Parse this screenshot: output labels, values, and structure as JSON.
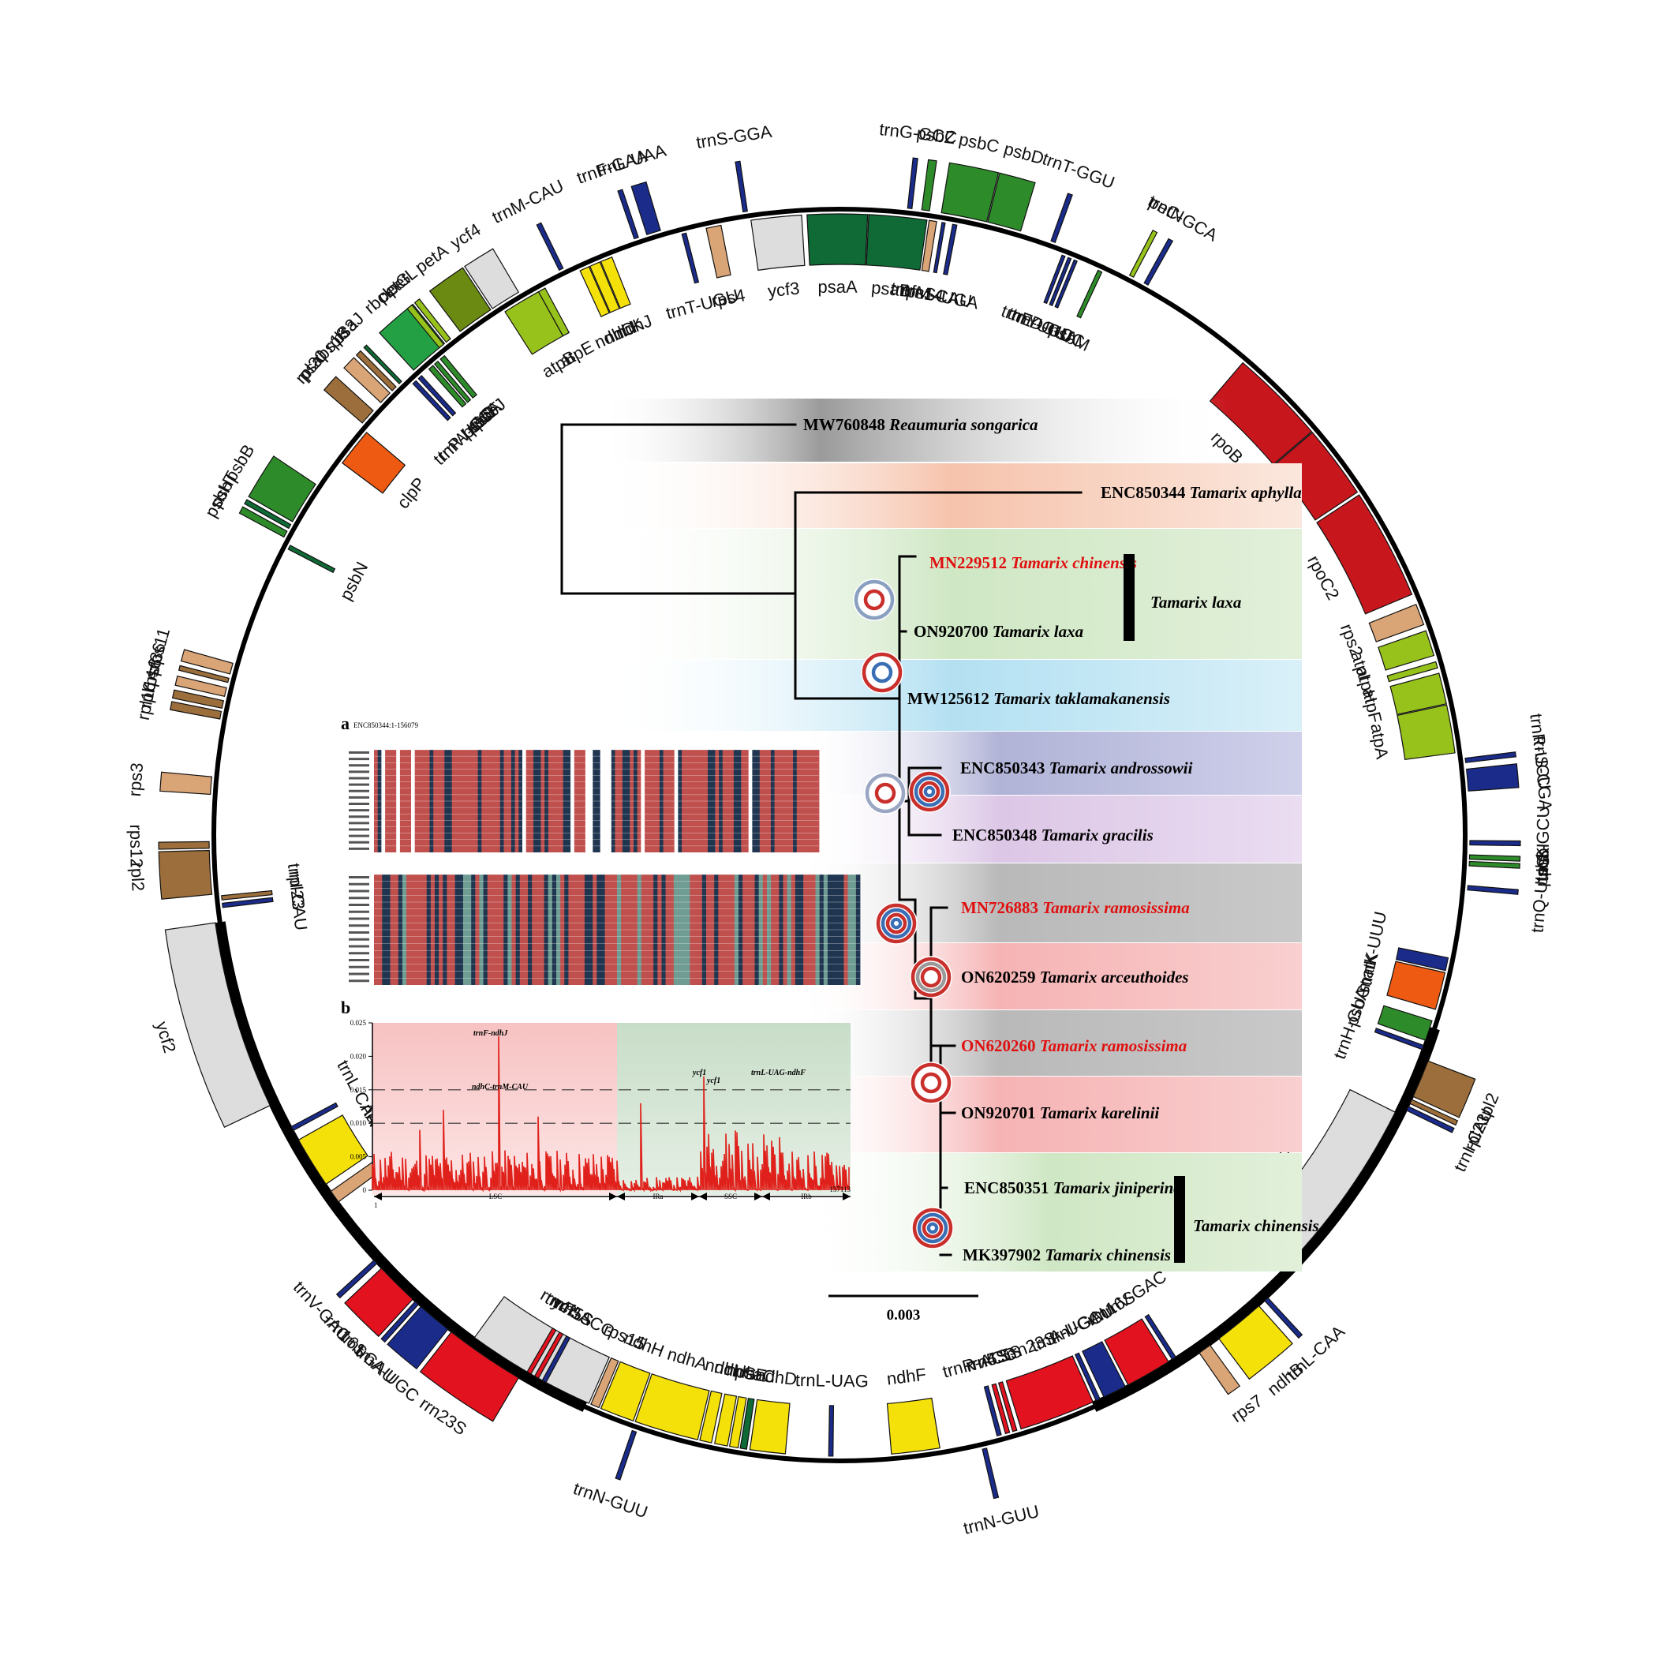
{
  "colors": {
    "photosystem": "#2e8b2a",
    "photosystem_dark": "#0f6a35",
    "atp": "#97c21c",
    "rbc": "#23a043",
    "ndh": "#f5e10a",
    "ribo": "#d9a476",
    "ribo_large": "#9b6e3b",
    "rpo": "#c8161d",
    "rrn": "#e3121f",
    "trn": "#1a2b8a",
    "clp": "#ee5a12",
    "ycf": "#dddddd",
    "pet": "#6a8a12",
    "highlight_text": "#e01010"
  },
  "gene_labels": {
    "trnL_UAA": "trnL-UAA",
    "trnF_GAA": "trnF-GAA",
    "trnM_CAU": "trnM-CAU",
    "trnS_GGA": "trnS-GGA",
    "trnG_GCC": "trnG-GCC",
    "psbZ": "psbZ",
    "psbC": "psbC",
    "psbD": "psbD",
    "trnT_GGU": "trnT-GGU",
    "petN": "petN",
    "trnC_GCA": "trnC-GCA",
    "rbcL": "rbcL",
    "psaI": "psaI",
    "ycf4": "ycf4",
    "atpE": "atpE",
    "atpB": "atpB",
    "ndhJ": "ndhJ",
    "ndhK": "ndhK",
    "ndhC": "ndhC",
    "trnT_UGU": "trnT-UGU",
    "rps4": "rps4",
    "ycf3": "ycf3",
    "psaA": "psaA",
    "psaB": "psaB",
    "rps14": "rps14",
    "trnfM_CAU": "trnfM-CAU",
    "trnS_UGA": "trnS-UGA",
    "trnE_UUC": "trnE-UUC",
    "trnY_GUA": "trnY-GUA",
    "trnD_GUC": "trnD-GUC",
    "psbM": "psbM",
    "petA": "petA",
    "petL": "petL",
    "petG": "petG",
    "psaJ": "psaJ",
    "rpl33": "rpl33",
    "rps18": "rps18",
    "psbJ": "psbJ",
    "psbF": "psbF",
    "psbE": "psbE",
    "trnW_CCA": "trnW-CCA",
    "trnP_UGG": "trnP-UGG",
    "rpl20": "rpl20",
    "clpP": "clpP",
    "psbB": "psbB",
    "psbT": "psbT",
    "psbH": "psbH",
    "psbN": "psbN",
    "rps11": "rps11",
    "rpl36": "rpl36",
    "rps8": "rps8",
    "rpl14": "rpl14",
    "rpl16": "rpl16",
    "rps3": "rps3",
    "rps12": "rps12",
    "rpl2_l": "rpl2",
    "rpl23_l": "rpl23",
    "trnI_CAU_l": "trnI-CAU",
    "ycf2_l": "ycf2",
    "trnL_CAA_l": "trnL-CAA",
    "ndhB_l": "ndhB",
    "rps7_l": "rps7",
    "trnV_GAC_l": "trnV-GAC",
    "rrn16S_l": "rrn16S",
    "trnI_GAU_l": "trnI-GAU",
    "trnA_UGC_l": "trnA-UGC",
    "rrn23S_l": "rrn23S",
    "rrn4_5S_l": "rrn4.5S",
    "rrn5S_l": "rrn5S",
    "trnR_ACG_l": "trnR-ACG",
    "trnN_GUU_l": "trnN-GUU",
    "ycf1": "ycf1",
    "rps15": "rps15",
    "ndhH": "ndhH",
    "ndhA": "ndhA",
    "ndhI": "ndhI",
    "ndhG": "ndhG",
    "ndhE": "ndhE",
    "psaC": "psaC",
    "ndhD": "ndhD",
    "trnL_UAG": "trnL-UAG",
    "ndhF": "ndhF",
    "trnN_GUU_r": "trnN-GUU",
    "trnR_ACG_r": "trnR-ACG",
    "rrn4_5S_r": "rrn4.5S",
    "rrn5S_r": "rrn5S",
    "rrn23S_r": "rrn23S",
    "trnA_UGC_r": "trnA-UGC",
    "trnI_GAU_r": "trnI-GAU",
    "rrn16S_r": "rrn16S",
    "trnV_GAC_r": "trnV-GAC",
    "rps7_r": "rps7",
    "ndhB_r": "ndhB",
    "trnL_CAA_r": "trnL-CAA",
    "ycf2_r": "ycf2",
    "rpl23_r": "rpl23",
    "trnI_CAU_r": "trnI-CAU",
    "rpl2_r": "rpl2",
    "trnH_GUG": "trnH-GUG",
    "psbA": "psbA",
    "matK": "matK",
    "trnK_UUU": "trnK-UUU",
    "trnQ_UUG": "trnQ-UUG",
    "trnS_GCU": "trnS-GCU",
    "psbI": "psbI",
    "psbK": "psbK",
    "trnR_UCU": "trnR-UCU",
    "trnS_CGA": "trnS-CGA",
    "atpA": "atpA",
    "atpF": "atpF",
    "atpH": "atpH",
    "atpI": "atpI",
    "rps2": "rps2",
    "rpoC2": "rpoC2",
    "rpoC1": "rpoC1",
    "rpoB": "rpoB"
  },
  "tree": {
    "tips": [
      {
        "id": "MW760848",
        "name": "Reaumuria songarica",
        "highlight": false
      },
      {
        "id": "ENC850344",
        "name": "Tamarix aphylla",
        "highlight": false
      },
      {
        "id": "MN229512",
        "name": "Tamarix chinensis",
        "highlight": true
      },
      {
        "id": "ON920700",
        "name": "Tamarix laxa",
        "highlight": false
      },
      {
        "id": "MW125612",
        "name": "Tamarix taklamakanensis",
        "highlight": false
      },
      {
        "id": "ENC850343",
        "name": "Tamarix androssowii",
        "highlight": false
      },
      {
        "id": "ENC850348",
        "name": "Tamarix gracilis",
        "highlight": false
      },
      {
        "id": "MN726883",
        "name": "Tamarix ramosissima",
        "highlight": true
      },
      {
        "id": "ON620259",
        "name": "Tamarix arceuthoides",
        "highlight": false
      },
      {
        "id": "ON620260",
        "name": "Tamarix ramosissima",
        "highlight": true
      },
      {
        "id": "ON920701",
        "name": "Tamarix karelinii",
        "highlight": false
      },
      {
        "id": "ENC850351",
        "name": "Tamarix jiniperina",
        "highlight": false
      },
      {
        "id": "MK397902",
        "name": "Tamarix chinensis",
        "highlight": false
      }
    ],
    "clade_labels": {
      "laxa": "Tamarix laxa",
      "chinensis": "Tamarix chinensis"
    },
    "scale_bar": "0.003"
  },
  "panel_a": {
    "label": "a",
    "header": "ENC850344:1-156079"
  },
  "panel_b": {
    "label": "b",
    "yticks": [
      "0.025",
      "0.020",
      "0.015",
      "0.010",
      "0.005",
      "0"
    ],
    "peaks": [
      "trnF-ndhJ",
      "ndhC-trnM-CAU",
      "ycf1",
      "ycf1",
      "trnL-UAG-ndhF"
    ],
    "regions": [
      "LSC",
      "IRa",
      "SSC",
      "IRb"
    ],
    "x_start": "1",
    "x_end": "157113"
  }
}
